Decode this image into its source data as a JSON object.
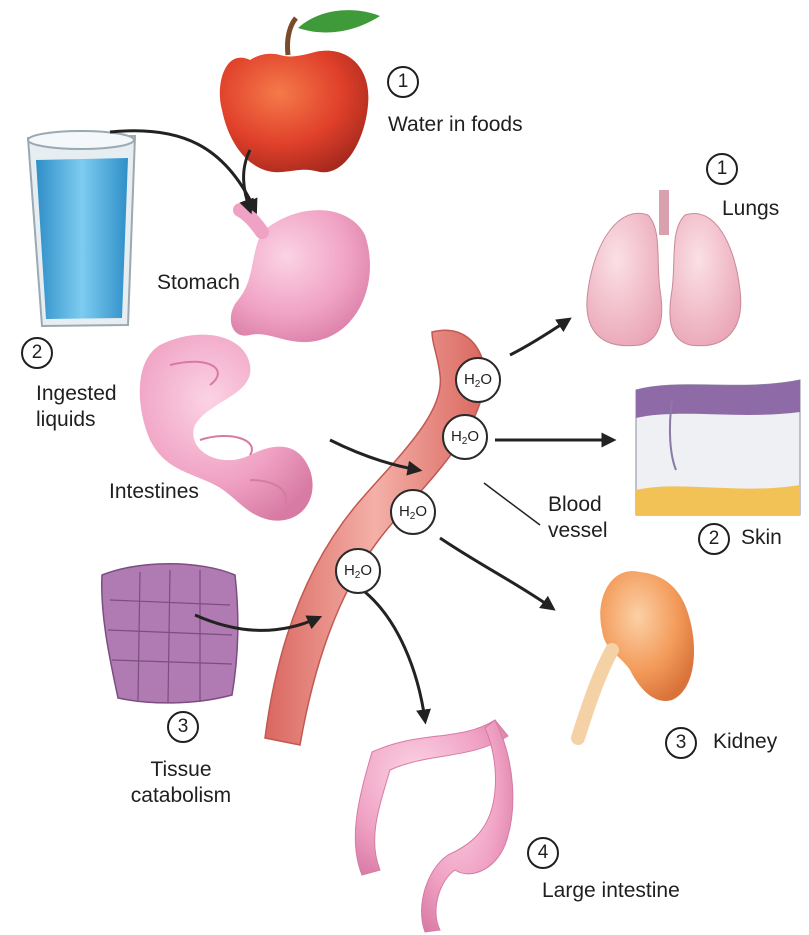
{
  "labels": {
    "water_in_foods": "Water in foods",
    "lungs": "Lungs",
    "stomach": "Stomach",
    "ingested_liquids": "Ingested liquids",
    "intestines": "Intestines",
    "blood_vessel": "Blood vessel",
    "skin": "Skin",
    "tissue_catabolism": "Tissue catabolism",
    "kidney": "Kidney",
    "large_intestine": "Large intestine"
  },
  "numbers": {
    "water_in_foods": "1",
    "ingested_liquids": "2",
    "tissue_catabolism": "3",
    "lungs": "1",
    "skin": "2",
    "kidney": "3",
    "large_intestine": "4"
  },
  "molecule": {
    "prefix": "H",
    "subscript": "2",
    "suffix": "O"
  },
  "colors": {
    "vessel": "#e88d86",
    "organ_pink": "#f2a5c6",
    "apple": "#e0402a",
    "water": "#4fb3e3",
    "kidney": "#f39b5a",
    "tissue": "#b07ab3",
    "arrow": "#222222"
  }
}
